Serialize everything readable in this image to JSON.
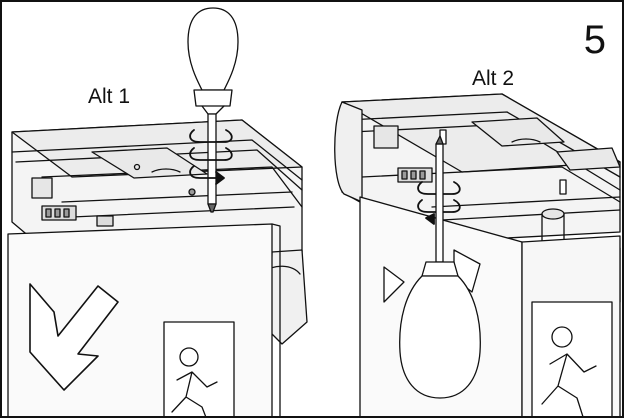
{
  "step_number": "5",
  "labels": {
    "alt1": "Alt 1",
    "alt2": "Alt 2"
  },
  "colors": {
    "line": "#111111",
    "background": "#ffffff",
    "panel": "#f0f0f0",
    "light_fill": "#e6e6e6",
    "dark_fill": "#9a9a9a"
  },
  "icons": [
    "screwdriver-icon",
    "rotation-arrow-icon",
    "exit-arrow-icon",
    "running-man-icon"
  ]
}
